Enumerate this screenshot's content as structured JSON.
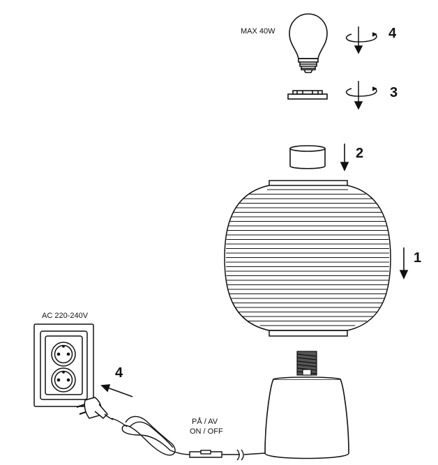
{
  "labels": {
    "max_wattage": "MAX 40W",
    "voltage": "AC 220-240V",
    "switch_line1": "PÅ / AV",
    "switch_line2": "ON / OFF"
  },
  "steps": {
    "step_bulb": "4",
    "step_ring": "3",
    "step_sleeve": "2",
    "step_shade": "1",
    "step_plug": "4"
  },
  "colors": {
    "stroke": "#111111",
    "background": "#ffffff"
  }
}
